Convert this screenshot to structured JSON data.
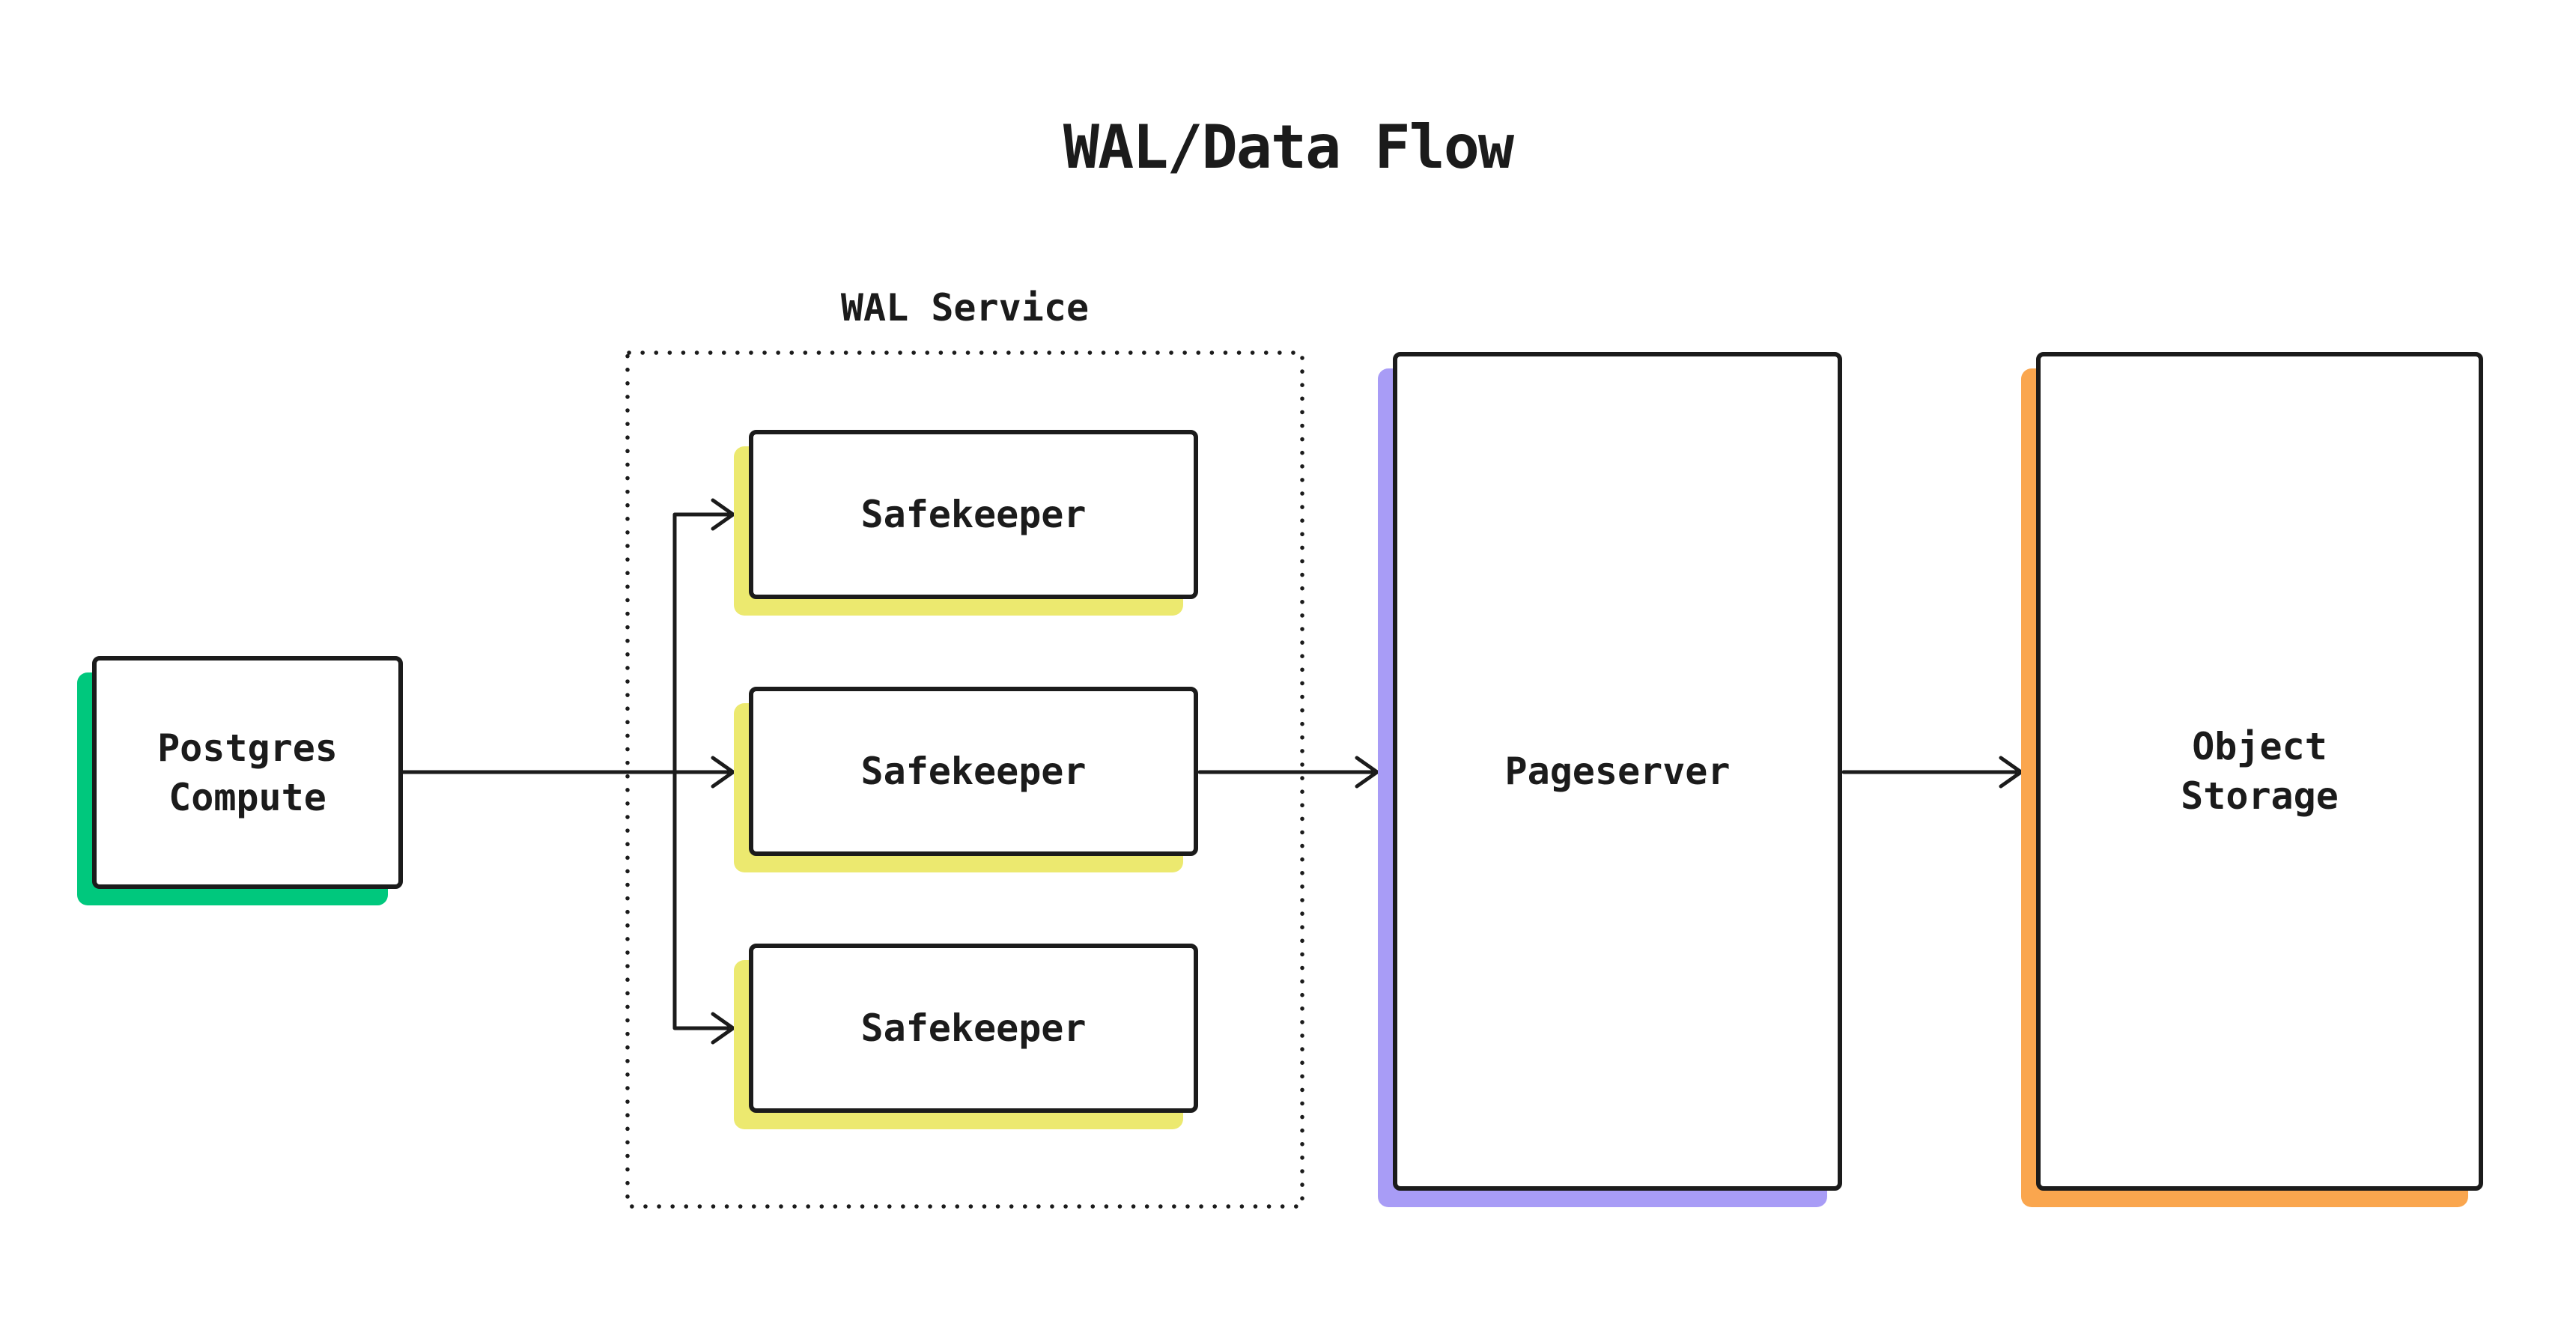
{
  "title": "WAL/Data Flow",
  "wal_service": {
    "label": "WAL Service"
  },
  "nodes": {
    "postgres_compute": {
      "line1": "Postgres",
      "line2": "Compute"
    },
    "safekeeper_1": {
      "label": "Safekeeper"
    },
    "safekeeper_2": {
      "label": "Safekeeper"
    },
    "safekeeper_3": {
      "label": "Safekeeper"
    },
    "pageserver": {
      "label": "Pageserver"
    },
    "object_storage": {
      "line1": "Object",
      "line2": "Storage"
    }
  },
  "colors": {
    "ink": "#1B1B1B",
    "background": "#FFFFFF",
    "postgres_accent": "#00C87D",
    "safekeeper_accent": "#ECE96F",
    "pageserver_accent": "#A89CF6",
    "object_storage_accent": "#FAA64E"
  }
}
